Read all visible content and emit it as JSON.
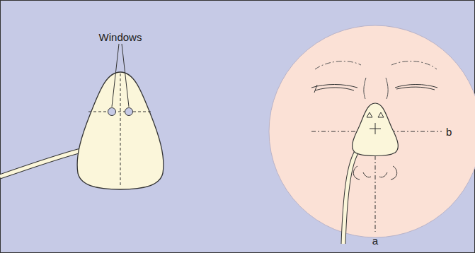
{
  "diagram": {
    "labels": [
      "Windows",
      "a",
      "b"
    ]
  }
}
